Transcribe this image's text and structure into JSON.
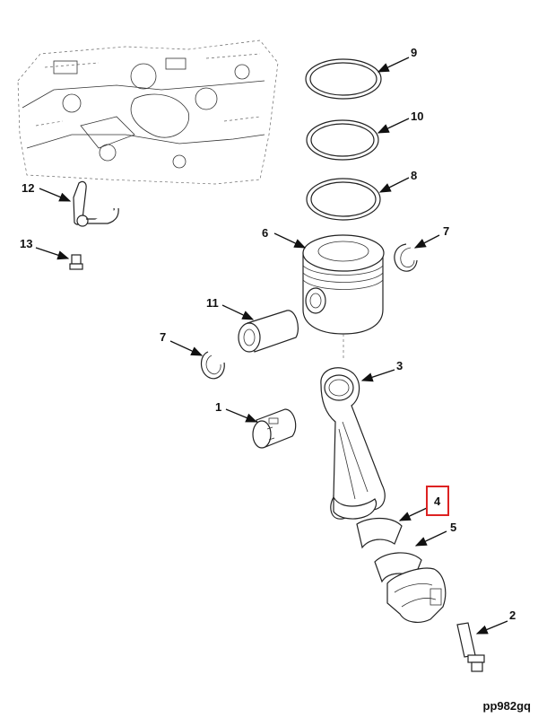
{
  "figure_ref": "pp982gq",
  "colors": {
    "line": "#222222",
    "highlight": "#dd2222",
    "background": "#ffffff"
  },
  "callouts": [
    {
      "id": "c9",
      "label": "9"
    },
    {
      "id": "c10",
      "label": "10"
    },
    {
      "id": "c8",
      "label": "8"
    },
    {
      "id": "c7a",
      "label": "7"
    },
    {
      "id": "c6",
      "label": "6"
    },
    {
      "id": "c11",
      "label": "11"
    },
    {
      "id": "c7b",
      "label": "7"
    },
    {
      "id": "c3",
      "label": "3"
    },
    {
      "id": "c1",
      "label": "1"
    },
    {
      "id": "c12",
      "label": "12"
    },
    {
      "id": "c13",
      "label": "13"
    },
    {
      "id": "c4",
      "label": "4",
      "highlighted": true
    },
    {
      "id": "c5",
      "label": "5"
    },
    {
      "id": "c2",
      "label": "2"
    }
  ]
}
